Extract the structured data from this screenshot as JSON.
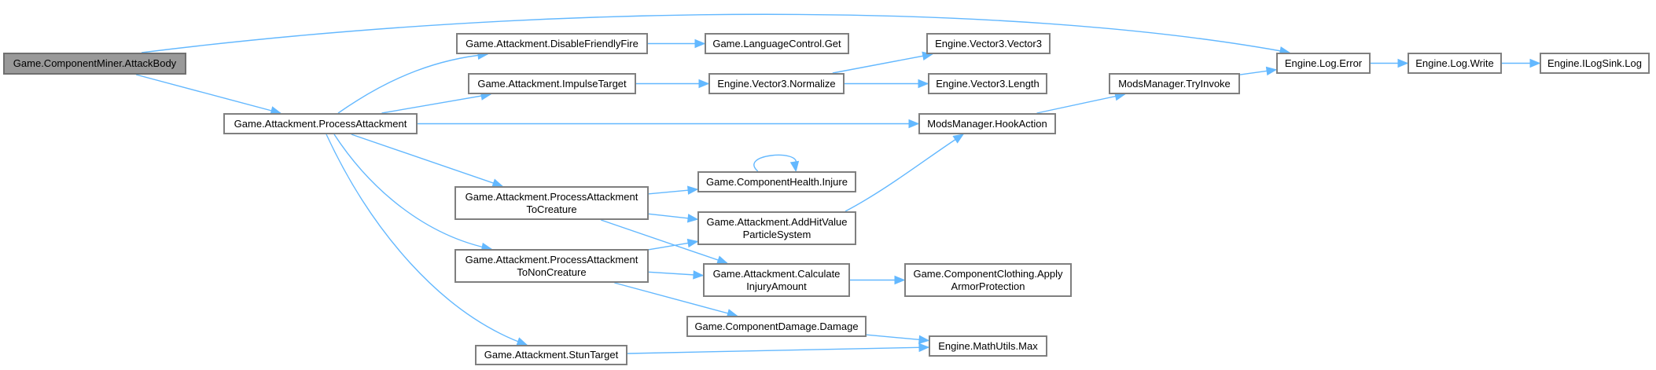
{
  "diagram": {
    "type": "call-graph",
    "colors": {
      "edge": "#63b8ff",
      "node_border": "#7f7f7f",
      "root_fill": "#999999",
      "node_fill": "#ffffff"
    },
    "nodes": [
      {
        "id": "attackbody",
        "label": "Game.ComponentMiner.AttackBody",
        "root": true
      },
      {
        "id": "processattackment",
        "label": "Game.Attackment.ProcessAttackment"
      },
      {
        "id": "disablefriendlyfire",
        "label": "Game.Attackment.DisableFriendlyFire"
      },
      {
        "id": "languagecontrolget",
        "label": "Game.LanguageControl.Get"
      },
      {
        "id": "impulsetarget",
        "label": "Game.Attackment.ImpulseTarget"
      },
      {
        "id": "normalize",
        "label": "Engine.Vector3.Normalize"
      },
      {
        "id": "vector3",
        "label": "Engine.Vector3.Vector3"
      },
      {
        "id": "length",
        "label": "Engine.Vector3.Length"
      },
      {
        "id": "hookaction",
        "label": "ModsManager.HookAction"
      },
      {
        "id": "tryinvoke",
        "label": "ModsManager.TryInvoke"
      },
      {
        "id": "logerror",
        "label": "Engine.Log.Error"
      },
      {
        "id": "logwrite",
        "label": "Engine.Log.Write"
      },
      {
        "id": "ilogsink",
        "label": "Engine.ILogSink.Log"
      },
      {
        "id": "tocreature",
        "label": "Game.Attackment.ProcessAttackment\nToCreature"
      },
      {
        "id": "tononcreature",
        "label": "Game.Attackment.ProcessAttackment\nToNonCreature"
      },
      {
        "id": "injure",
        "label": "Game.ComponentHealth.Injure"
      },
      {
        "id": "addhitvalue",
        "label": "Game.Attackment.AddHitValue\nParticleSystem"
      },
      {
        "id": "calculate",
        "label": "Game.Attackment.Calculate\nInjuryAmount"
      },
      {
        "id": "armor",
        "label": "Game.ComponentClothing.Apply\nArmorProtection"
      },
      {
        "id": "damage",
        "label": "Game.ComponentDamage.Damage"
      },
      {
        "id": "stuntarget",
        "label": "Game.Attackment.StunTarget"
      },
      {
        "id": "mathmax",
        "label": "Engine.MathUtils.Max"
      }
    ],
    "edges": [
      {
        "from": "attackbody",
        "to": "processattackment"
      },
      {
        "from": "attackbody",
        "to": "logerror"
      },
      {
        "from": "processattackment",
        "to": "disablefriendlyfire"
      },
      {
        "from": "processattackment",
        "to": "impulsetarget"
      },
      {
        "from": "processattackment",
        "to": "hookaction"
      },
      {
        "from": "processattackment",
        "to": "tocreature"
      },
      {
        "from": "processattackment",
        "to": "tononcreature"
      },
      {
        "from": "processattackment",
        "to": "stuntarget"
      },
      {
        "from": "disablefriendlyfire",
        "to": "languagecontrolget"
      },
      {
        "from": "impulsetarget",
        "to": "normalize"
      },
      {
        "from": "normalize",
        "to": "vector3"
      },
      {
        "from": "normalize",
        "to": "length"
      },
      {
        "from": "hookaction",
        "to": "tryinvoke"
      },
      {
        "from": "tryinvoke",
        "to": "logerror"
      },
      {
        "from": "logerror",
        "to": "logwrite"
      },
      {
        "from": "logwrite",
        "to": "ilogsink"
      },
      {
        "from": "tocreature",
        "to": "injure"
      },
      {
        "from": "tocreature",
        "to": "addhitvalue"
      },
      {
        "from": "tocreature",
        "to": "calculate"
      },
      {
        "from": "tononcreature",
        "to": "addhitvalue"
      },
      {
        "from": "tononcreature",
        "to": "calculate"
      },
      {
        "from": "tononcreature",
        "to": "damage"
      },
      {
        "from": "injure",
        "to": "injure"
      },
      {
        "from": "addhitvalue",
        "to": "hookaction"
      },
      {
        "from": "calculate",
        "to": "armor"
      },
      {
        "from": "damage",
        "to": "mathmax"
      },
      {
        "from": "stuntarget",
        "to": "mathmax"
      }
    ]
  }
}
